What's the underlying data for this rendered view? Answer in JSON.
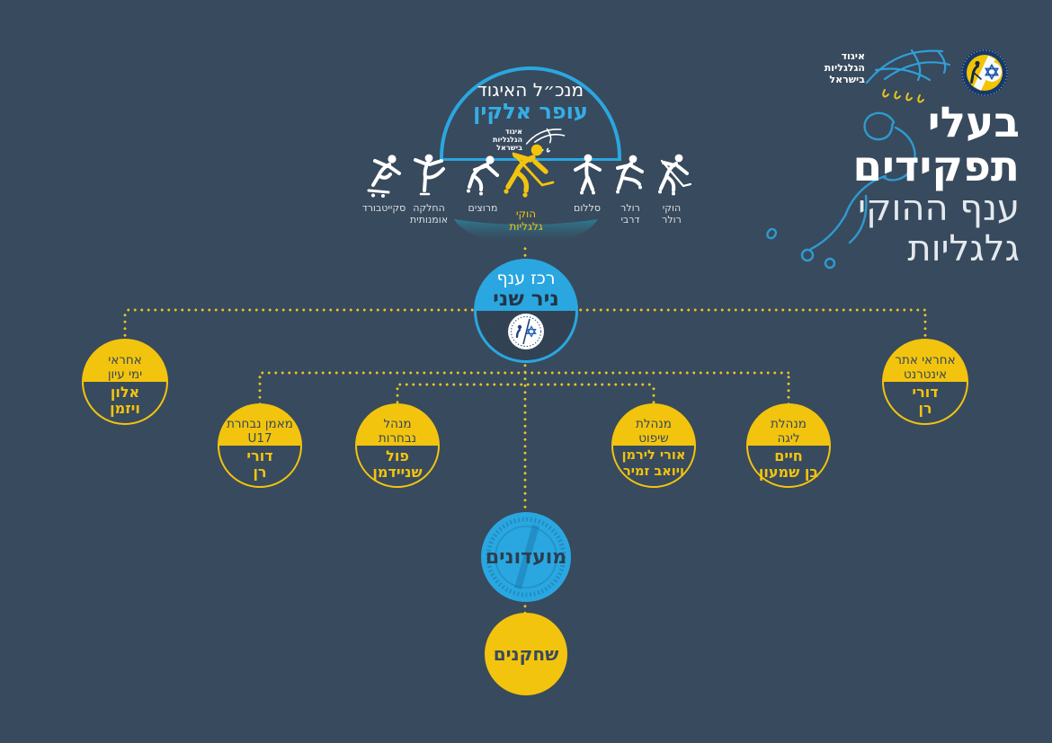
{
  "colors": {
    "background": "#384a5d",
    "accent_blue": "#2aa7e0",
    "accent_yellow": "#f2c40e",
    "dot_yellow": "#e2c428",
    "dark_text": "#35475c",
    "white": "#ffffff"
  },
  "brand": {
    "logo_lines": [
      "איגוד",
      "הגלגליות",
      "בישראל"
    ],
    "title_bold": [
      "בעלי",
      "תפקידים"
    ],
    "title_light": [
      "ענף ההוקי",
      "גלגליות"
    ]
  },
  "ceo": {
    "role": "מנכ״ל האיגוד",
    "name": "עופר אלקין",
    "logo_lines": [
      "איגוד",
      "הגלגליות",
      "בישראל"
    ]
  },
  "disciplines": [
    {
      "id": "skateboard",
      "icon": "skateboarder-icon",
      "lines": [
        "סקייטבורד"
      ]
    },
    {
      "id": "artistic-skating",
      "icon": "artistic-skater-icon",
      "lines": [
        "החלקה",
        "אומנותית"
      ]
    },
    {
      "id": "racing",
      "icon": "speed-skater-icon",
      "lines": [
        "מרוצים"
      ]
    },
    {
      "id": "roller-hockey-main",
      "icon": "hockey-skater-icon",
      "lines": [
        "הוקי",
        "גלגליות"
      ],
      "highlight": true
    },
    {
      "id": "slalom",
      "icon": "slalom-skater-icon",
      "lines": [
        "סללום"
      ]
    },
    {
      "id": "roller-derby",
      "icon": "derby-skater-icon",
      "lines": [
        "רולר",
        "דרבי"
      ]
    },
    {
      "id": "hockey-roller",
      "icon": "roller-hockey-icon",
      "lines": [
        "הוקי",
        "רולר"
      ]
    }
  ],
  "coordinator": {
    "role": "רכז ענף",
    "name": "ניר שני"
  },
  "roles": [
    {
      "id": "seminars",
      "role_lines": [
        "אחראי",
        "ימי עיון"
      ],
      "name_lines": [
        "אלון",
        "ויזמן"
      ]
    },
    {
      "id": "u17-coach",
      "role_lines": [
        "מאמן נבחרת",
        "U17"
      ],
      "name_lines": [
        "דורי",
        "רן"
      ]
    },
    {
      "id": "teams-manager",
      "role_lines": [
        "מנהל",
        "נבחרות"
      ],
      "name_lines": [
        "פול",
        "שניידמן"
      ]
    },
    {
      "id": "refereeing-manager",
      "role_lines": [
        "מנהלת",
        "שיפוט"
      ],
      "name_lines": [
        "אורי לירמן",
        "ויואב זמיר"
      ]
    },
    {
      "id": "league-manager",
      "role_lines": [
        "מנהלת",
        "ליגה"
      ],
      "name_lines": [
        "חיים",
        "בן שמעון"
      ]
    },
    {
      "id": "website-manager",
      "role_lines": [
        "אחראי אתר",
        "אינטרנט"
      ],
      "name_lines": [
        "דורי",
        "רן"
      ]
    }
  ],
  "clubs": {
    "label": "מועדונים"
  },
  "players": {
    "label": "שחקנים"
  }
}
